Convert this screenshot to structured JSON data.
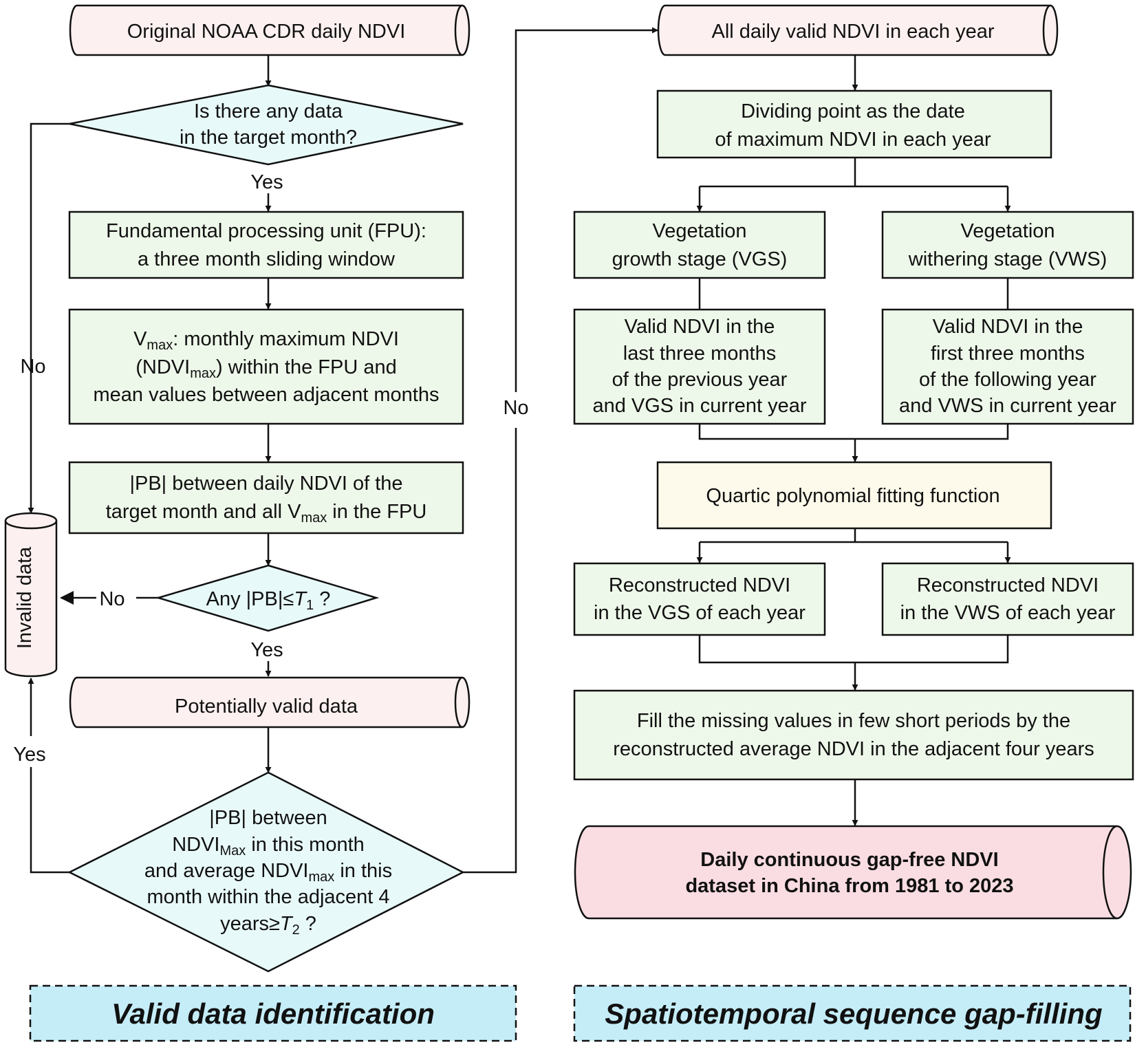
{
  "colors": {
    "cylinder_light": "#fdf0f0",
    "cylinder_final": "#f9dde2",
    "process_box": "#eef8ea",
    "decision": "#e8f9f9",
    "fitting_box": "#fdfaeb",
    "banner": "#c5edf8"
  },
  "left": {
    "original": "Original NOAA CDR daily NDVI",
    "q1_l1": "Is there any data",
    "q1_l2": "in the target month?",
    "yes1": "Yes",
    "no1": "No",
    "fpu_l1": "Fundamental processing unit (FPU):",
    "fpu_l2": "a three month sliding window",
    "vmax_V": "V",
    "vmax_sub": "max",
    "vmax_rest": ": monthly maximum NDVI",
    "vmax_l2a": "(NDVI",
    "vmax_l2sub": "max",
    "vmax_l2b": ") within the FPU and",
    "vmax_l3": "mean values between adjacent months",
    "pb_l1": "|PB| between daily NDVI of the",
    "pb_l2a": "target month and all V",
    "pb_l2sub": "max",
    "pb_l2b": " in the FPU",
    "q2_a": "Any |PB|≤",
    "q2_T": "T",
    "q2_sub": "1",
    "q2_b": " ?",
    "no2": "No",
    "yes2": "Yes",
    "invalid": "Invalid data",
    "potential": "Potentially valid data",
    "q3_l1": "|PB| between",
    "q3_l2a": "NDVI",
    "q3_l2sub": "Max",
    "q3_l2b": " in this month",
    "q3_l3a": "and average NDVI",
    "q3_l3sub": "max",
    "q3_l3b": " in this",
    "q3_l4": "month within the adjacent 4",
    "q3_l5a": "years≥",
    "q3_l5T": "T",
    "q3_l5sub": "2",
    "q3_l5b": " ?",
    "yes3": "Yes",
    "no3": "No",
    "banner": "Valid data identification"
  },
  "right": {
    "all_daily": "All daily valid NDVI in each year",
    "div_l1": "Dividing point as the date",
    "div_l2": "of  maximum NDVI in each year",
    "vgs_l1": "Vegetation",
    "vgs_l2": "growth stage (VGS)",
    "vws_l1": "Vegetation",
    "vws_l2": "withering stage (VWS)",
    "vgs_valid_l1": "Valid NDVI in the",
    "vgs_valid_l2": "last three months",
    "vgs_valid_l3": "of the previous year",
    "vgs_valid_l4": "and VGS in current year",
    "vws_valid_l1": "Valid NDVI in the",
    "vws_valid_l2": "first three months",
    "vws_valid_l3": "of the following year",
    "vws_valid_l4": "and VWS in current year",
    "quartic": "Quartic polynomial fitting function",
    "rec_vgs_l1": "Reconstructed NDVI",
    "rec_vgs_l2": "in the VGS of each year",
    "rec_vws_l1": "Reconstructed NDVI",
    "rec_vws_l2": "in the VWS of each year",
    "fill_l1": "Fill the missing values in few short periods by the",
    "fill_l2": "reconstructed average NDVI in the adjacent four years",
    "final_l1": "Daily continuous gap-free NDVI",
    "final_l2": "dataset in China from 1981 to 2023",
    "banner": "Spatiotemporal sequence gap-filling"
  }
}
